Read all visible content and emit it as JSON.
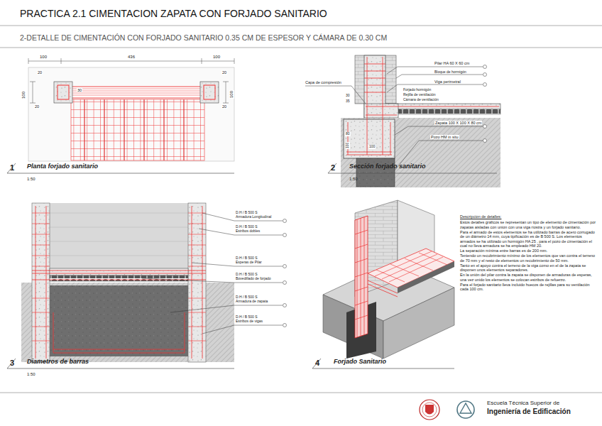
{
  "diagram": {
    "title": "PRACTICA 2.1 CIMENTACION ZAPATA CON FORJADO SANITARIO",
    "labels": [
      "2-DETALLE DE CIMENTACIÓN CON FORJADO SANITARIO 0.35 CM DE ESPESOR Y CÁMARA DE 0.30 CM",
      "100",
      "436",
      "100",
      "20",
      "20",
      "100",
      "20",
      "30",
      "20",
      "100",
      "1",
      "Planta forjado sanitario",
      "1:50",
      "Pilar HA 60 X 60 cm",
      "Bloque de hormigón",
      "Capa de compresión",
      "Viga perimetral",
      "Forjado hormigón",
      "Rejilla de ventilación",
      "Cámara de ventilación",
      "Zapata 100 X 100 X 80 cm",
      "Pozo HM in situ",
      "30",
      "35",
      "80",
      "100",
      "100",
      "2",
      "Sección forjado sanitario",
      "1:50",
      "D.H / B 500 S",
      "Armadura Longitudinal",
      "D.H / B 500 S",
      "Estribos dobles",
      "D.H / B 500 S",
      "Esperas de Pilar",
      "D.H / B 500 S",
      "Bovedillado de forjado",
      "D.H / B 500 S",
      "Armadura de zapata",
      "D.H / B 500 S",
      "Estribos de vigas",
      "3",
      "Diametros de barras",
      "1:50",
      "4",
      "Forjado Sanitario",
      "Descripcion de detalles:",
      "Estos detalles gráficos se representan un tipo de elemento de cimentación por zapatas aisladas con union con una viga riostra y un forjado sanitario.",
      "Para el armado de estos elementos se ha utilizado barras de acero corrugado de un diámetro 14 mm, cuya tipificación es de B 500 S. Los elementos armados se ha utilizado un hormigón HA 25 , para el pozo de cimentación el cual no lleva armadura se ha empleado HM 20.",
      "La separación mínima entre barras es de 200 mm.",
      "Teniendo un recubrimiento mínimo de los elementos que van contra el terreno de 70 mm y el resto de elementos un recubrimiento de 50 mm.",
      "Tanto en el apoyo contra el terreno de la viga como en el de la zapata se disponen unos elementos separadores.",
      "En la unión del pilar contra la zapata se disponen de armaduras de esperas, una vez unido los elementos se colocan estribos de refuerzo.",
      "Para el forjado sanitario lleva incluido huecos de rejillas para su ventilación cada 100 cm.",
      "Escuela Técnica Superior de",
      "Ingeniería de Edificación"
    ]
  }
}
